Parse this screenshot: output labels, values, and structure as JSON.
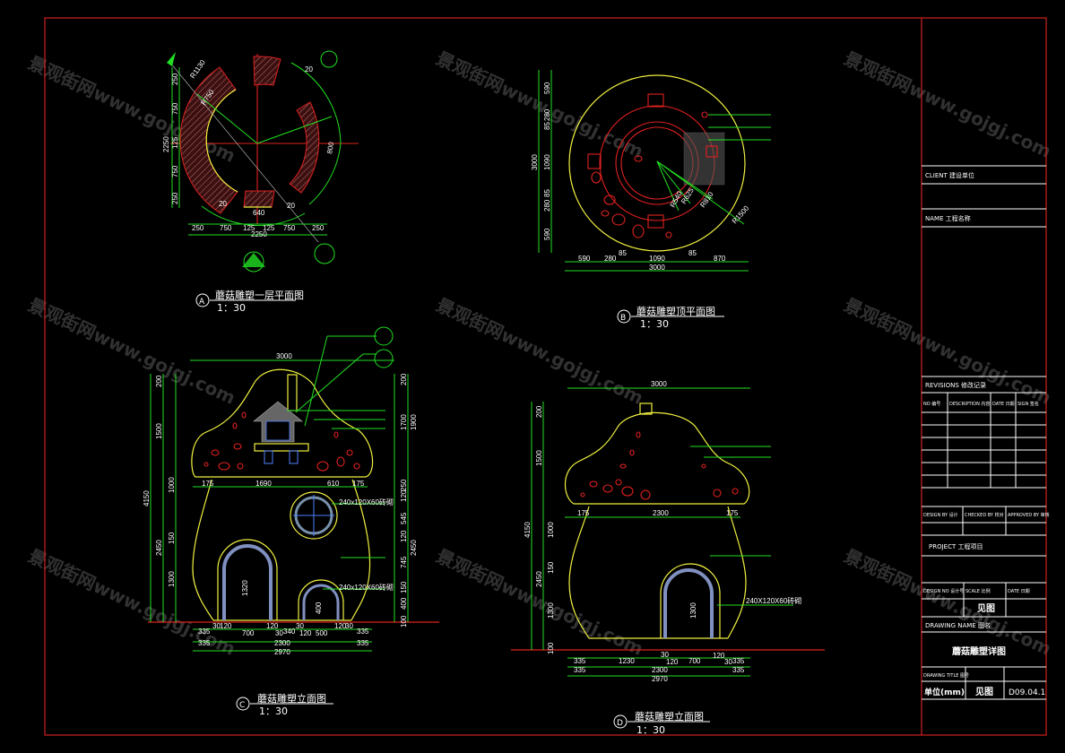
{
  "watermark": "景观街网www.gojgj.com",
  "drawings": {
    "a": {
      "letter": "A",
      "title": "蘑菇雕塑一层平面图",
      "scale": "1：30",
      "dims_h": [
        "250",
        "750",
        "125",
        "125",
        "750",
        "250",
        "2250",
        "640"
      ],
      "dims_v": [
        "250",
        "750",
        "125",
        "750",
        "250",
        "2250"
      ],
      "dims_r": [
        "R1130",
        "R750",
        "20",
        "20",
        "20",
        "800"
      ]
    },
    "b": {
      "letter": "B",
      "title": "蘑菇雕塑顶平面图",
      "scale": "1：30",
      "dims_h": [
        "590",
        "280",
        "85",
        "1090",
        "85",
        "870",
        "3000"
      ],
      "dims_v": [
        "590",
        "280",
        "85",
        "1090",
        "85",
        "280",
        "590",
        "3000"
      ],
      "dims_r": [
        "R540",
        "R625",
        "R810",
        "R1500"
      ]
    },
    "c": {
      "letter": "C",
      "title": "蘑菇雕塑立面图",
      "scale": "1：30",
      "dims_top": [
        "3000",
        "175",
        "1690",
        "610",
        "175"
      ],
      "dims_v_left": [
        "4150",
        "200",
        "1500",
        "1000",
        "2450",
        "150",
        "1300"
      ],
      "dims_v_right": [
        "200",
        "1700",
        "1900",
        "250",
        "120",
        "545",
        "120",
        "2450",
        "745",
        "150",
        "400",
        "100"
      ],
      "dims_bottom": [
        "335",
        "30",
        "120",
        "700",
        "120",
        "30",
        "340",
        "30",
        "120",
        "500",
        "120",
        "30",
        "335",
        "335",
        "2300",
        "335",
        "2970"
      ],
      "notes": [
        "240x120X60砖砌",
        "240x120X60砖砌"
      ],
      "arch_dims": [
        "1320",
        "400"
      ]
    },
    "d": {
      "letter": "D",
      "title": "蘑菇雕塑立面图",
      "scale": "1：30",
      "dims_top": [
        "3000",
        "175",
        "2300",
        "175"
      ],
      "dims_v": [
        "4150",
        "200",
        "1500",
        "1000",
        "2450",
        "150",
        "1300",
        "100"
      ],
      "dims_bottom": [
        "335",
        "1230",
        "30",
        "120",
        "700",
        "120",
        "30",
        "335",
        "335",
        "2300",
        "335",
        "2970"
      ],
      "notes": [
        "240X120X60砖砌"
      ],
      "arch_dims": [
        "1300"
      ]
    }
  },
  "title_block": {
    "rows": [
      "CLIENT 建设单位",
      "NAME 工程名称",
      "REVISIONS 修改记录",
      "NO 编号",
      "DESCRIPTION 内容",
      "DATE 日期",
      "SIGN 签名",
      "DESIGN BY 设计",
      "CHECKED BY 校对",
      "APPROVED BY 审核",
      "PROJECT 工程项目",
      "DESIGN NO 设计号",
      "SCALE 比例",
      "DATE 日期",
      "DRAWING NAME 图名",
      "DRAWING TITLE 图号"
    ],
    "scale_value": "见图",
    "drawing_name": "蘑菇雕塑详图",
    "unit": "单位(mm)",
    "unit_scale": "见图",
    "drawing_no": "D09.04.1"
  },
  "colors": {
    "frame": "#d02020",
    "dim": "#22e022",
    "outline": "#f0f040",
    "detail": "#e02020"
  }
}
